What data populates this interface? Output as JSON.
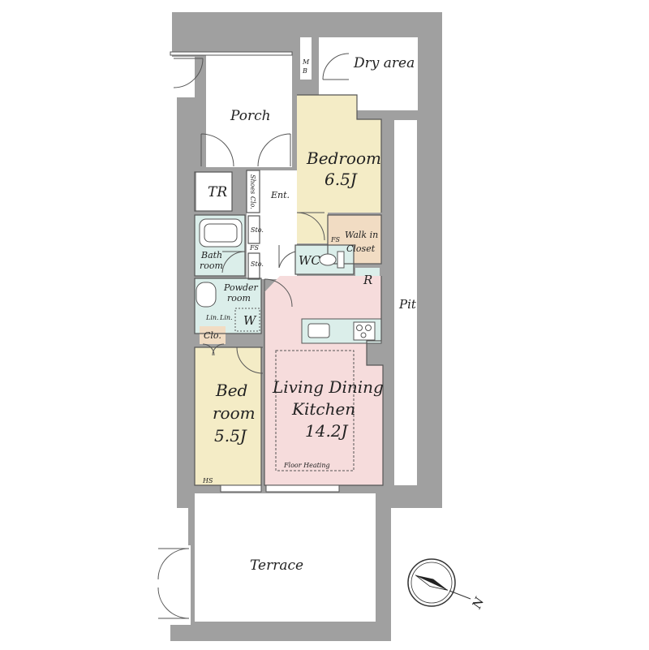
{
  "colors": {
    "wall": "#a0a0a0",
    "bedroom": "#f4ecc6",
    "living": "#f6dcdc",
    "wet": "#dbeeea",
    "closet": "#f1dcc3",
    "outdoor": "#ffffff",
    "line": "#555555"
  },
  "rooms": {
    "dry_area": "Dry area",
    "mb_top": "M",
    "mb_bottom": "B",
    "porch": "Porch",
    "tr": "TR",
    "shoes_clo": "Shoes Clo.",
    "ent": "Ent.",
    "bedroom1_name": "Bedroom",
    "bedroom1_size": "6.5J",
    "walk_in_line1": "Walk in",
    "walk_in_line2": "Closet",
    "fs_upper": "FS",
    "fs_lower": "FS",
    "sto_upper": "Sto.",
    "sto_lower": "Sto.",
    "bath_line1": "Bath",
    "bath_line2": "room",
    "wc": "WC",
    "r": "R",
    "powder_line1": "Powder",
    "powder_line2": "room",
    "lin_left": "Lin.",
    "lin_right": "Lin.",
    "w": "W",
    "clo": "Clo.",
    "pit": "Pit",
    "ldk_line1": "Living Dining",
    "ldk_line2": "Kitchen",
    "ldk_size": "14.2J",
    "floor_heating": "Floor Heating",
    "bedroom2_line1": "Bed",
    "bedroom2_line2": "room",
    "bedroom2_size": "5.5J",
    "hs": "HS",
    "terrace": "Terrace"
  },
  "compass": {
    "north": "N"
  }
}
